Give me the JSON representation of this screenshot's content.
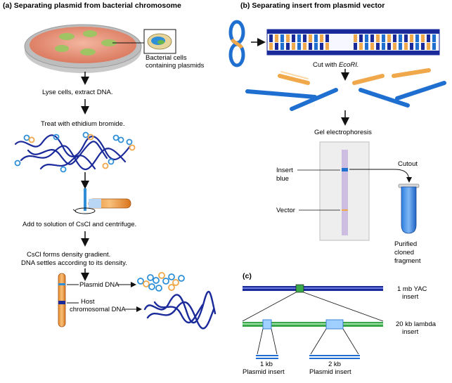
{
  "panel_a": {
    "title": "(a)  Separating plasmid from bacterial chromosome",
    "callout_line1": "Bacterial cells",
    "callout_line2": "containing plasmids",
    "step1": "Lyse cells, extract DNA.",
    "step2": "Treat with ethidium bromide.",
    "step3": "Add to solution of CsCl and centrifuge.",
    "step4_line1": "CsCl forms density gradient.",
    "step4_line2": "DNA settles according to its density.",
    "plasmid_label": "Plasmid DNA",
    "host_line1": "Host",
    "host_line2": "chromosomal DNA"
  },
  "panel_b": {
    "title": "(b)  Separating insert from plasmid vector",
    "cut_prefix": "Cut with ",
    "cut_enzyme": "EcoRI.",
    "gel": "Gel electrophoresis",
    "insert_line1": "Insert",
    "insert_line2": "blue",
    "vector": "Vector",
    "cutout": "Cutout",
    "purified_line1": "Purified",
    "purified_line2": "cloned",
    "purified_line3": "fragment"
  },
  "panel_c": {
    "title": "(c)",
    "yac_line1": "1 mb YAC",
    "yac_line2": "insert",
    "lambda_line1": "20 kb lambda",
    "lambda_line2": "insert",
    "p1_line1": "1 kb",
    "p1_line2": "Plasmid insert",
    "p2_line1": "2 kb",
    "p2_line2": "Plasmid insert"
  },
  "colors": {
    "dna_blue": "#1f6fd1",
    "dark_blue": "#1b2a9a",
    "orange": "#f0a84a",
    "green": "#3aa84a",
    "gel": "#efefef",
    "lane": "#c9b9dc"
  }
}
